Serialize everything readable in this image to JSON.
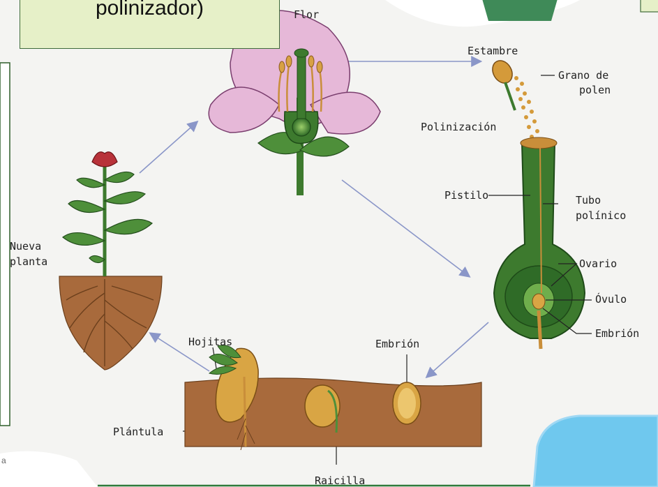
{
  "caption": {
    "text": "polinizador)"
  },
  "labels": {
    "flor": "Flor",
    "estambre": "Estambre",
    "grano": "Grano de",
    "polen": "polen",
    "polinizacion": "Polinización",
    "pistilo": "Pistilo",
    "tubo": "Tubo",
    "polinico": "polínico",
    "ovario": "Ovario",
    "ovulo": "Óvulo",
    "embrion_right": "Embrión",
    "embrion_seed": "Embrión",
    "nueva": "Nueva",
    "planta": "planta",
    "hojitas": "Hojitas",
    "plantula": "Plántula",
    "raicilla": "Raicilla",
    "corner": "a"
  },
  "colors": {
    "stem": "#3d7a2e",
    "leaf": "#4e8f3a",
    "petal": "#e6b8d8",
    "soil": "#a86a3c",
    "seed": "#d9a544",
    "arrow": "#8a96c8",
    "pollen": "#d49a3a",
    "root": "#6b3f1c"
  }
}
